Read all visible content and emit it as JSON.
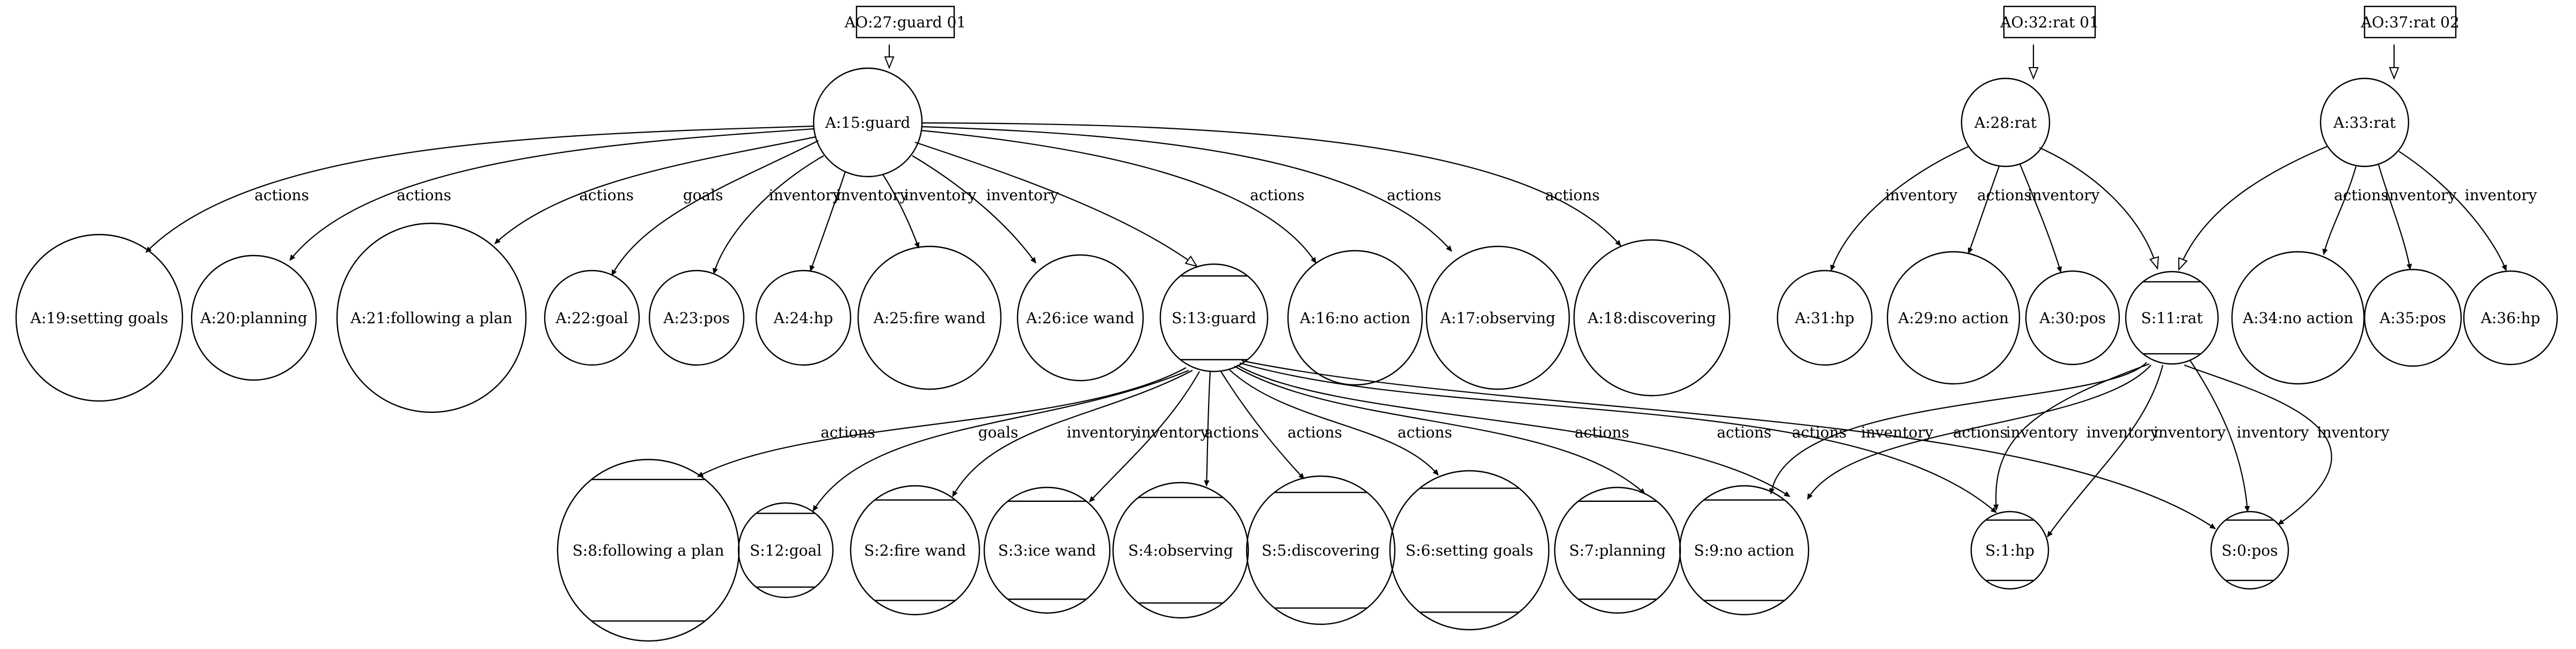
{
  "diagram": {
    "nodes": [
      {
        "id": "ao27",
        "label": "AO:27:guard 01",
        "shape": "box"
      },
      {
        "id": "ao32",
        "label": "AO:32:rat 01",
        "shape": "box"
      },
      {
        "id": "ao37",
        "label": "AO:37:rat 02",
        "shape": "box"
      },
      {
        "id": "a15",
        "label": "A:15:guard",
        "shape": "circle"
      },
      {
        "id": "a28",
        "label": "A:28:rat",
        "shape": "circle"
      },
      {
        "id": "a33",
        "label": "A:33:rat",
        "shape": "circle"
      },
      {
        "id": "a19",
        "label": "A:19:setting goals",
        "shape": "circle"
      },
      {
        "id": "a20",
        "label": "A:20:planning",
        "shape": "circle"
      },
      {
        "id": "a21",
        "label": "A:21:following a plan",
        "shape": "circle"
      },
      {
        "id": "a22",
        "label": "A:22:goal",
        "shape": "circle"
      },
      {
        "id": "a23",
        "label": "A:23:pos",
        "shape": "circle"
      },
      {
        "id": "a24",
        "label": "A:24:hp",
        "shape": "circle"
      },
      {
        "id": "a25",
        "label": "A:25:fire wand",
        "shape": "circle"
      },
      {
        "id": "a26",
        "label": "A:26:ice wand",
        "shape": "circle"
      },
      {
        "id": "s13",
        "label": "S:13:guard",
        "shape": "state"
      },
      {
        "id": "a16",
        "label": "A:16:no action",
        "shape": "circle"
      },
      {
        "id": "a17",
        "label": "A:17:observing",
        "shape": "circle"
      },
      {
        "id": "a18",
        "label": "A:18:discovering",
        "shape": "circle"
      },
      {
        "id": "a31",
        "label": "A:31:hp",
        "shape": "circle"
      },
      {
        "id": "a29",
        "label": "A:29:no action",
        "shape": "circle"
      },
      {
        "id": "a30",
        "label": "A:30:pos",
        "shape": "circle"
      },
      {
        "id": "s11",
        "label": "S:11:rat",
        "shape": "state"
      },
      {
        "id": "a34",
        "label": "A:34:no action",
        "shape": "circle"
      },
      {
        "id": "a35",
        "label": "A:35:pos",
        "shape": "circle"
      },
      {
        "id": "a36",
        "label": "A:36:hp",
        "shape": "circle"
      },
      {
        "id": "s8",
        "label": "S:8:following a plan",
        "shape": "state"
      },
      {
        "id": "s12",
        "label": "S:12:goal",
        "shape": "state"
      },
      {
        "id": "s2",
        "label": "S:2:fire wand",
        "shape": "state"
      },
      {
        "id": "s3",
        "label": "S:3:ice wand",
        "shape": "state"
      },
      {
        "id": "s4",
        "label": "S:4:observing",
        "shape": "state"
      },
      {
        "id": "s5",
        "label": "S:5:discovering",
        "shape": "state"
      },
      {
        "id": "s6",
        "label": "S:6:setting goals",
        "shape": "state"
      },
      {
        "id": "s7",
        "label": "S:7:planning",
        "shape": "state"
      },
      {
        "id": "s9",
        "label": "S:9:no action",
        "shape": "state"
      },
      {
        "id": "s1",
        "label": "S:1:hp",
        "shape": "state"
      },
      {
        "id": "s0",
        "label": "S:0:pos",
        "shape": "state"
      }
    ],
    "edges": [
      {
        "from": "ao27",
        "to": "a15",
        "label": "",
        "arrow": "hollow"
      },
      {
        "from": "ao32",
        "to": "a28",
        "label": "",
        "arrow": "hollow"
      },
      {
        "from": "ao37",
        "to": "a33",
        "label": "",
        "arrow": "hollow"
      },
      {
        "from": "a15",
        "to": "a19",
        "label": "actions",
        "arrow": "filled"
      },
      {
        "from": "a15",
        "to": "a20",
        "label": "actions",
        "arrow": "filled"
      },
      {
        "from": "a15",
        "to": "a21",
        "label": "actions",
        "arrow": "filled"
      },
      {
        "from": "a15",
        "to": "a22",
        "label": "goals",
        "arrow": "filled"
      },
      {
        "from": "a15",
        "to": "a23",
        "label": "inventory",
        "arrow": "filled"
      },
      {
        "from": "a15",
        "to": "a24",
        "label": "inventory",
        "arrow": "filled"
      },
      {
        "from": "a15",
        "to": "a25",
        "label": "inventory",
        "arrow": "filled"
      },
      {
        "from": "a15",
        "to": "a26",
        "label": "inventory",
        "arrow": "filled"
      },
      {
        "from": "a15",
        "to": "s13",
        "label": "",
        "arrow": "hollow"
      },
      {
        "from": "a15",
        "to": "a16",
        "label": "actions",
        "arrow": "filled"
      },
      {
        "from": "a15",
        "to": "a17",
        "label": "actions",
        "arrow": "filled"
      },
      {
        "from": "a15",
        "to": "a18",
        "label": "actions",
        "arrow": "filled"
      },
      {
        "from": "a28",
        "to": "a31",
        "label": "inventory",
        "arrow": "filled"
      },
      {
        "from": "a28",
        "to": "a29",
        "label": "actions",
        "arrow": "filled"
      },
      {
        "from": "a28",
        "to": "a30",
        "label": "inventory",
        "arrow": "filled"
      },
      {
        "from": "a28",
        "to": "s11",
        "label": "",
        "arrow": "hollow"
      },
      {
        "from": "a33",
        "to": "s11",
        "label": "",
        "arrow": "hollow"
      },
      {
        "from": "a33",
        "to": "a34",
        "label": "actions",
        "arrow": "filled"
      },
      {
        "from": "a33",
        "to": "a35",
        "label": "inventory",
        "arrow": "filled"
      },
      {
        "from": "a33",
        "to": "a36",
        "label": "inventory",
        "arrow": "filled"
      },
      {
        "from": "s13",
        "to": "s8",
        "label": "actions",
        "arrow": "filled"
      },
      {
        "from": "s13",
        "to": "s12",
        "label": "goals",
        "arrow": "filled"
      },
      {
        "from": "s13",
        "to": "s2",
        "label": "inventory",
        "arrow": "filled"
      },
      {
        "from": "s13",
        "to": "s3",
        "label": "inventory",
        "arrow": "filled"
      },
      {
        "from": "s13",
        "to": "s4",
        "label": "actions",
        "arrow": "filled"
      },
      {
        "from": "s13",
        "to": "s5",
        "label": "actions",
        "arrow": "filled"
      },
      {
        "from": "s13",
        "to": "s6",
        "label": "actions",
        "arrow": "filled"
      },
      {
        "from": "s13",
        "to": "s7",
        "label": "actions",
        "arrow": "filled"
      },
      {
        "from": "s13",
        "to": "s9",
        "label": "actions",
        "arrow": "filled"
      },
      {
        "from": "s13",
        "to": "s1",
        "label": "inventory",
        "arrow": "filled"
      },
      {
        "from": "s13",
        "to": "s0",
        "label": "inventory",
        "arrow": "filled"
      },
      {
        "from": "s11",
        "to": "s9",
        "label": "actions",
        "arrow": "filled"
      },
      {
        "from": "s11",
        "to": "s9",
        "label": "actions",
        "arrow": "filled"
      },
      {
        "from": "s11",
        "to": "s1",
        "label": "inventory",
        "arrow": "filled"
      },
      {
        "from": "s11",
        "to": "s1",
        "label": "inventory",
        "arrow": "filled"
      },
      {
        "from": "s11",
        "to": "s0",
        "label": "inventory",
        "arrow": "filled"
      },
      {
        "from": "s11",
        "to": "s0",
        "label": "inventory",
        "arrow": "filled"
      }
    ]
  }
}
